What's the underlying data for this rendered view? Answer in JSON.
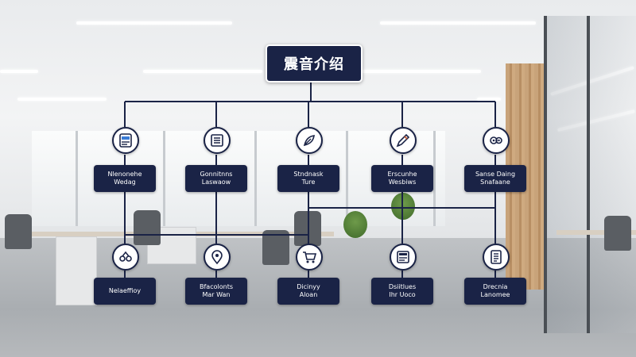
{
  "diagram": {
    "title": "震音介绍",
    "colors": {
      "box": "#1a2346",
      "line": "#1a2346",
      "text": "#ffffff"
    },
    "row1": [
      {
        "icon": "card-reader-icon",
        "line1": "Nlenonehe",
        "line2": "Wedag"
      },
      {
        "icon": "document-list-icon",
        "line1": "Gonnitnns",
        "line2": "Laswaow"
      },
      {
        "icon": "leaf-icon",
        "line1": "Stndnask",
        "line2": "Ture"
      },
      {
        "icon": "pen-tool-icon",
        "line1": "Erscunhe",
        "line2": "Wesbiws"
      },
      {
        "icon": "gear-cluster-icon",
        "line1": "Sanse Daing",
        "line2": "Snafaane"
      }
    ],
    "row2": [
      {
        "icon": "connection-icon",
        "line1": "Nelaeffioy",
        "line2": ""
      },
      {
        "icon": "location-pin-icon",
        "line1": "Bfacolonts",
        "line2": "Mar Wan"
      },
      {
        "icon": "cart-icon",
        "line1": "Dicinyy",
        "line2": "Aloan"
      },
      {
        "icon": "form-icon",
        "line1": "Dsiitlues",
        "line2": "Ihr Uoco"
      },
      {
        "icon": "checklist-icon",
        "line1": "Drecnia",
        "line2": "Lanomee"
      }
    ]
  }
}
